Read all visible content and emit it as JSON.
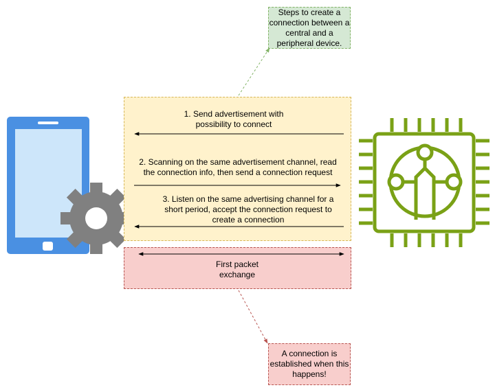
{
  "notes": {
    "top": "Steps to create a connection between a central and a peripheral device.",
    "bottom": "A connection is established when this happens!"
  },
  "steps": [
    {
      "line1": "1. Send advertisement with",
      "line2": "possibility to connect"
    },
    {
      "line1": "2. Scanning on the same advertisement channel, read",
      "line2": "the connection info, then send a connection request"
    },
    {
      "line1": "3. Listen on the same advertising channel for a",
      "line2": "short period, accept the connection request to",
      "line3": "create a connection"
    }
  ],
  "exchange": {
    "line1": "First packet",
    "line2": "exchange"
  },
  "icons": {
    "central": "smartphone-icon",
    "settings": "gear-icon",
    "peripheral": "microchip-circuit-icon"
  },
  "colors": {
    "phone": "#4a90e2",
    "gear": "#808080",
    "chip": "#7aa116",
    "note_green": "#d5e8d4",
    "note_red": "#f8cecc",
    "panel_yellow": "#fff2cc"
  }
}
